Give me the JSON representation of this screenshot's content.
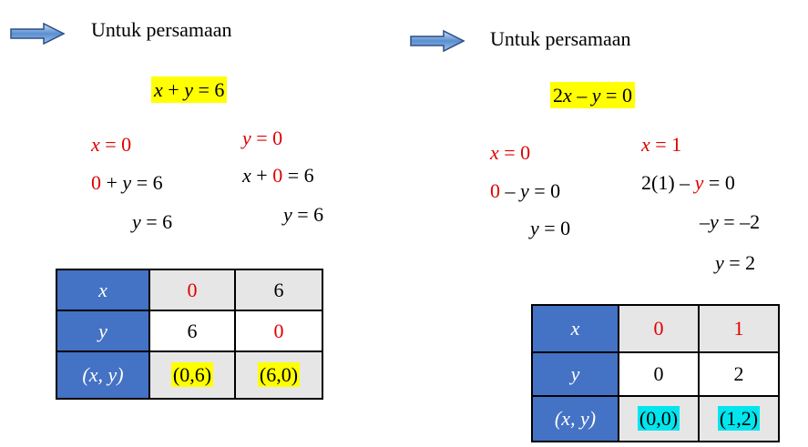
{
  "left": {
    "heading": "Untuk persamaan",
    "equation": {
      "x": "x",
      "op1": " + ",
      "y": "y",
      "rest": " = 6"
    },
    "col1": {
      "assume_var": "x",
      "assume_rest": " = 0",
      "sub_zero": "0",
      "sub_rest_op": " + ",
      "sub_var": "y",
      "sub_rhs": " = 6",
      "res_var": "y",
      "res_rhs": " = 6"
    },
    "col2": {
      "assume_var": "y",
      "assume_rest": " = 0",
      "sub_var": "x",
      "sub_op": " + ",
      "sub_zero": "0",
      "sub_rhs": " = 6",
      "res_var": "y",
      "res_rhs": " = 6"
    },
    "table": {
      "row_x": {
        "label": "x",
        "v1": "0",
        "v2": "6"
      },
      "row_y": {
        "label": "y",
        "v1": "6",
        "v2": "0"
      },
      "row_xy": {
        "label": "(x, y)",
        "v1": "(0,6)",
        "v2": "(6,0)"
      }
    }
  },
  "right": {
    "heading": "Untuk persamaan",
    "equation": {
      "coef": "2",
      "x": "x",
      "op": " – ",
      "y": "y",
      "rest": " = 0"
    },
    "col1": {
      "assume_var": "x",
      "assume_rest": " = 0",
      "sub_zero": "0",
      "sub_op": " – ",
      "sub_var": "y",
      "sub_rhs": " = 0",
      "res_var": "y",
      "res_rhs": " = 0"
    },
    "col2": {
      "assume_var": "x",
      "assume_rest": " = 1",
      "sub_lhs": "2(1) – ",
      "sub_var": "y",
      "sub_rhs": " = 0",
      "step_lhs": "–",
      "step_var": "y",
      "step_rhs": " = –2",
      "res_var": "y",
      "res_rhs": " = 2"
    },
    "table": {
      "row_x": {
        "label": "x",
        "v1": "0",
        "v2": "1"
      },
      "row_y": {
        "label": "y",
        "v1": "0",
        "v2": "2"
      },
      "row_xy": {
        "label": "(x, y)",
        "v1": "(0,0)",
        "v2": "(1,2)"
      }
    }
  },
  "colors": {
    "table_header": "#4472c4",
    "highlight_yellow": "#ffff00",
    "highlight_cyan": "#00e5ee",
    "accent_red": "#e00000"
  }
}
